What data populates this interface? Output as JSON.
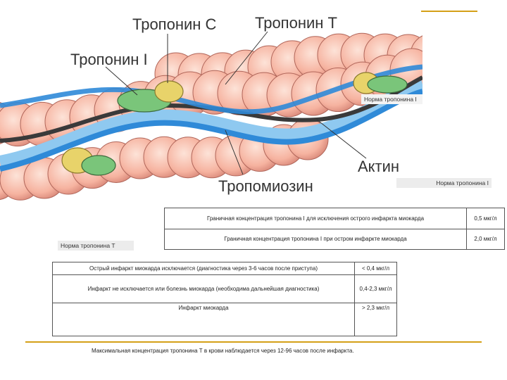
{
  "labels": {
    "troponin_c": "Тропонин С",
    "troponin_t": "Тропонин Т",
    "troponin_i": "Тропонин I",
    "actin": "Актин",
    "tropomyosin": "Тропомиозин"
  },
  "tags": {
    "norm_i_overlay": "Норма тропонина I",
    "norm_i_right": "Норма тропонина I",
    "norm_t": "Норма тропонина Т"
  },
  "table_i": {
    "rows": [
      {
        "desc": "Граничная концентрация тропонина I для исключения острого инфаркта миокарда",
        "value": "0,5 мкг/л"
      },
      {
        "desc": "Граничная концентрация тропонина I при остром инфаркте миокарда",
        "value": "2,0 мкг/л"
      }
    ]
  },
  "table_t": {
    "rows": [
      {
        "desc": "Острый инфаркт миокарда исключается (диагностика через 3-6 часов после приступа)",
        "value": "< 0,4 мкг/л"
      },
      {
        "desc": "Инфаркт не исключается или болезнь миокарда (необходима дальнейшая диагностика)",
        "value": "0,4-2,3 мкг/л"
      },
      {
        "desc": "Инфаркт миокарда",
        "value": "> 2,3 мкг/л"
      }
    ]
  },
  "footnote": "Максимальная концентрация тропонина Т в крови наблюдается через 12-96 часов после инфаркта.",
  "colors": {
    "actin": "#f7b7a3",
    "actin_stroke": "#b0665a",
    "tropomyosin_blue": "#2f8ad8",
    "tropomyosin_light": "#8fc9f0",
    "filament_dark": "#3a3a3a",
    "troponin_green": "#7ac57a",
    "troponin_yellow": "#e8d36a",
    "accent_line": "#d4a017"
  }
}
